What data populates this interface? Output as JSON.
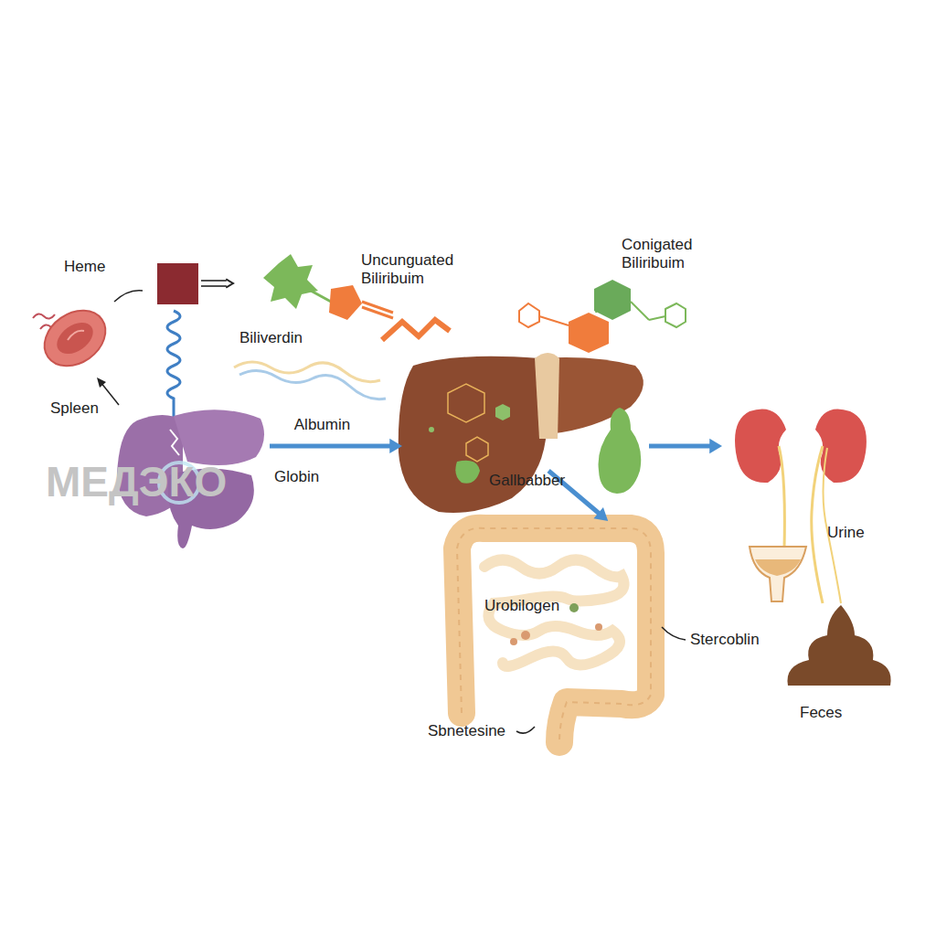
{
  "diagram": {
    "nodes": [
      {
        "text": [
          "Heme"
        ]
      },
      {
        "text": [
          "Biliverdin",
          "Uncunguated Biliribuim"
        ]
      },
      {
        "text": [
          "Globin"
        ]
      },
      {
        "text": [
          "Conigated Biliribuim"
        ]
      },
      {
        "text": [
          "Urobilogen",
          "Sbnetesine"
        ]
      },
      {
        "text": [
          "Urine"
        ]
      },
      {
        "text": [
          "Feces"
        ]
      }
    ],
    "edges": [
      {
        "from": 0,
        "to": 1,
        "arrow": "to"
      },
      {
        "from": 2,
        "to": 3,
        "label": "Albumin",
        "arrow": "to"
      },
      {
        "from": 3,
        "to": 5,
        "arrow": "to"
      },
      {
        "from": 3,
        "to": 4,
        "arrow": "to"
      }
    ],
    "labels": [
      "Spleen",
      "Gallbabber",
      "Stercoblin",
      "МЕДЭКО"
    ]
  }
}
